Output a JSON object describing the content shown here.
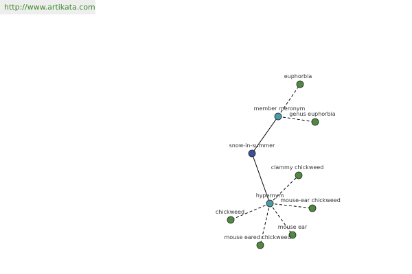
{
  "url_text": "http://www.artikata.com",
  "colors": {
    "center_node": "#3b4f9a",
    "relation_node": "#4a9ba6",
    "leaf_node": "#4f8a3f",
    "url_text": "#3d8a2c"
  },
  "graph": {
    "nodes": [
      {
        "id": "snow-in-summer",
        "label": "snow-in-summer",
        "kind": "center"
      },
      {
        "id": "member-meronym",
        "label": "member meronym",
        "kind": "relation"
      },
      {
        "id": "hypernym",
        "label": "hypernym",
        "kind": "relation"
      },
      {
        "id": "euphorbia",
        "label": "euphorbia",
        "kind": "leaf"
      },
      {
        "id": "genus-euphorbia",
        "label": "genus euphorbia",
        "kind": "leaf"
      },
      {
        "id": "clammy-chickweed",
        "label": "clammy chickweed",
        "kind": "leaf"
      },
      {
        "id": "mouse-ear-chickweed",
        "label": "mouse-ear chickweed",
        "kind": "leaf"
      },
      {
        "id": "chickweed",
        "label": "chickweed",
        "kind": "leaf"
      },
      {
        "id": "mouse-ear",
        "label": "mouse ear",
        "kind": "leaf"
      },
      {
        "id": "mouse-eared-chickweed",
        "label": "mouse eared chickweed",
        "kind": "leaf"
      }
    ],
    "edges": [
      {
        "from": "snow-in-summer",
        "to": "member-meronym",
        "style": "solid"
      },
      {
        "from": "snow-in-summer",
        "to": "hypernym",
        "style": "solid"
      },
      {
        "from": "member-meronym",
        "to": "euphorbia",
        "style": "dashed"
      },
      {
        "from": "member-meronym",
        "to": "genus-euphorbia",
        "style": "dashed"
      },
      {
        "from": "hypernym",
        "to": "clammy-chickweed",
        "style": "dashed"
      },
      {
        "from": "hypernym",
        "to": "mouse-ear-chickweed",
        "style": "dashed"
      },
      {
        "from": "hypernym",
        "to": "chickweed",
        "style": "dashed"
      },
      {
        "from": "hypernym",
        "to": "mouse-ear",
        "style": "dashed"
      },
      {
        "from": "hypernym",
        "to": "mouse-eared-chickweed",
        "style": "dashed"
      }
    ]
  }
}
